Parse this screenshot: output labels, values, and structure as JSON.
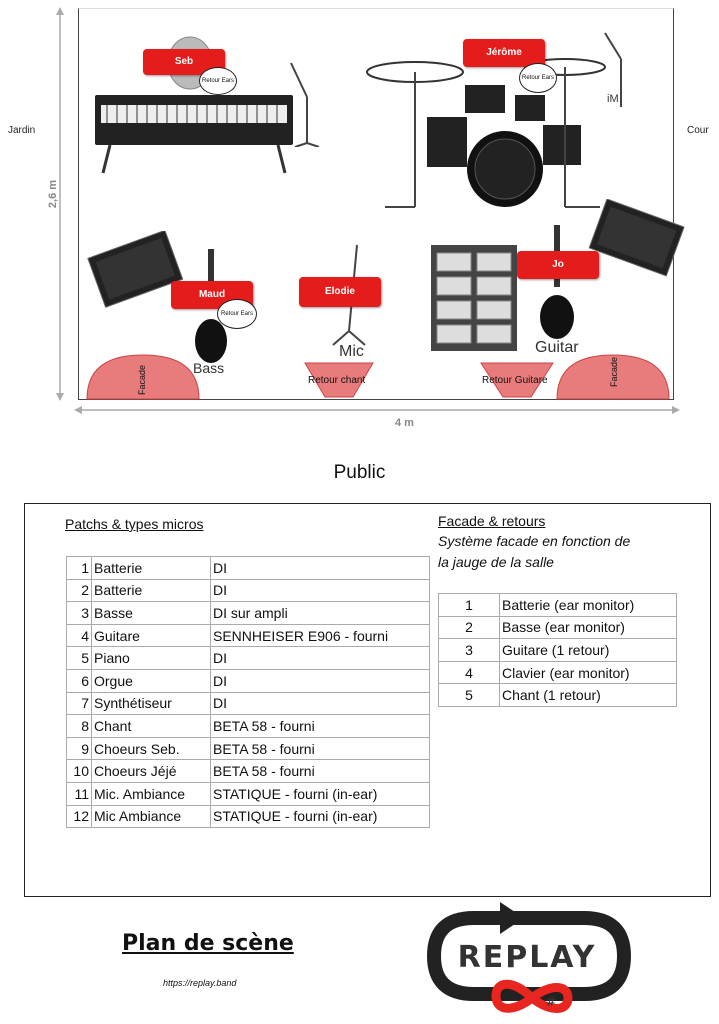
{
  "stage": {
    "side_left": "Jardin",
    "side_right": "Cour",
    "height_dim": "2,6 m",
    "width_dim": "4 m",
    "musicians": [
      {
        "name": "Seb",
        "retour": "Retour Ears"
      },
      {
        "name": "Jérôme",
        "retour": "Retour Ears"
      },
      {
        "name": "Maud",
        "retour": "Retour Ears"
      },
      {
        "name": "Elodie"
      },
      {
        "name": "Jo"
      }
    ],
    "mic_label": "Mic",
    "bass_label": "Bass",
    "guitar_label": "Guitar",
    "im_label": "iM",
    "retour_chant": "Retour chant",
    "retour_guitare": "Retour Guitare",
    "facade_left": "Facade",
    "facade_right": "Facade"
  },
  "public_label": "Public",
  "patch": {
    "title": "Patchs & types micros",
    "rows": [
      {
        "num": "1",
        "source": "Batterie",
        "type": "DI"
      },
      {
        "num": "2",
        "source": "Batterie",
        "type": "DI"
      },
      {
        "num": "3",
        "source": "Basse",
        "type": "DI sur ampli"
      },
      {
        "num": "4",
        "source": "Guitare",
        "type": "SENNHEISER E906 - fourni"
      },
      {
        "num": "5",
        "source": "Piano",
        "type": "DI"
      },
      {
        "num": "6",
        "source": "Orgue",
        "type": "DI"
      },
      {
        "num": "7",
        "source": "Synthétiseur",
        "type": "DI"
      },
      {
        "num": "8",
        "source": "Chant",
        "type": "BETA 58 - fourni"
      },
      {
        "num": "9",
        "source": "Choeurs Seb.",
        "type": "BETA 58 - fourni"
      },
      {
        "num": "10",
        "source": "Choeurs Jéjé",
        "type": "BETA 58 - fourni"
      },
      {
        "num": "11",
        "source": "Mic. Ambiance",
        "type": "STATIQUE - fourni  (in-ear)"
      },
      {
        "num": "12",
        "source": "Mic Ambiance",
        "type": "STATIQUE - fourni (in-ear)"
      }
    ]
  },
  "facade": {
    "title": "Facade & retours",
    "subtitle_line1": "Système facade en fonction de",
    "subtitle_line2": "la jauge de la salle",
    "rows": [
      {
        "num": "1",
        "label": "Batterie (ear monitor)"
      },
      {
        "num": "2",
        "label": "Basse (ear monitor)"
      },
      {
        "num": "3",
        "label": "Guitare (1 retour)"
      },
      {
        "num": "4",
        "label": "Clavier (ear monitor)"
      },
      {
        "num": "5",
        "label": "Chant (1 retour)"
      }
    ]
  },
  "footer": {
    "plan_title": "Plan de scène",
    "url": "https://replay.band",
    "logo_text": "REPLAY",
    "logo_symbol": "#"
  },
  "colors": {
    "tag_red": "#e41c1c",
    "facade_pink": "#e87b7b",
    "logo_red": "#e8251f"
  }
}
